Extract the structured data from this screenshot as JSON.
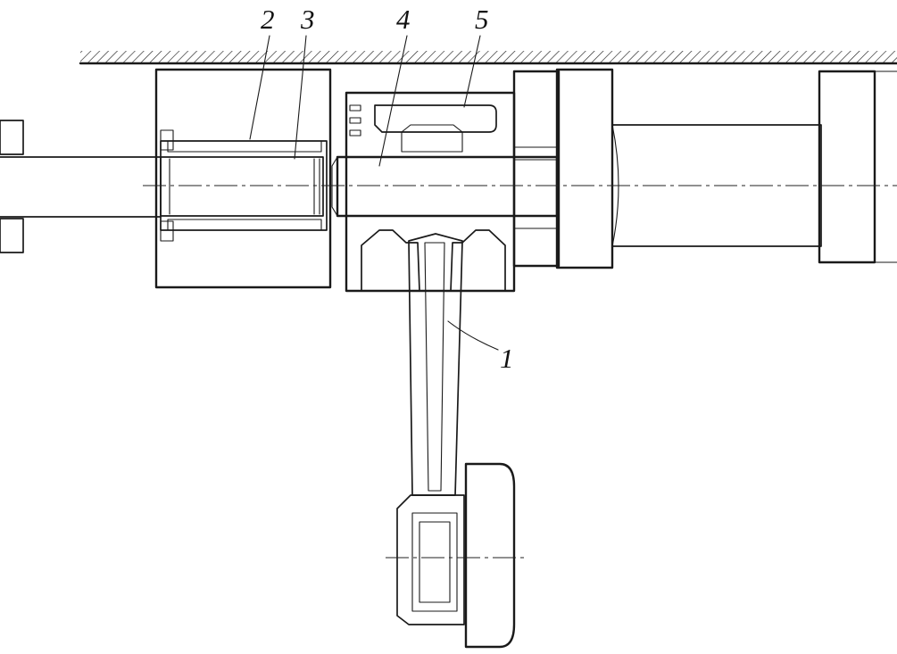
{
  "labels": {
    "one": "1",
    "two": "2",
    "three": "3",
    "four": "4",
    "five": "5"
  },
  "colors": {
    "ink": "#1a1a1a",
    "paper": "#ffffff"
  }
}
